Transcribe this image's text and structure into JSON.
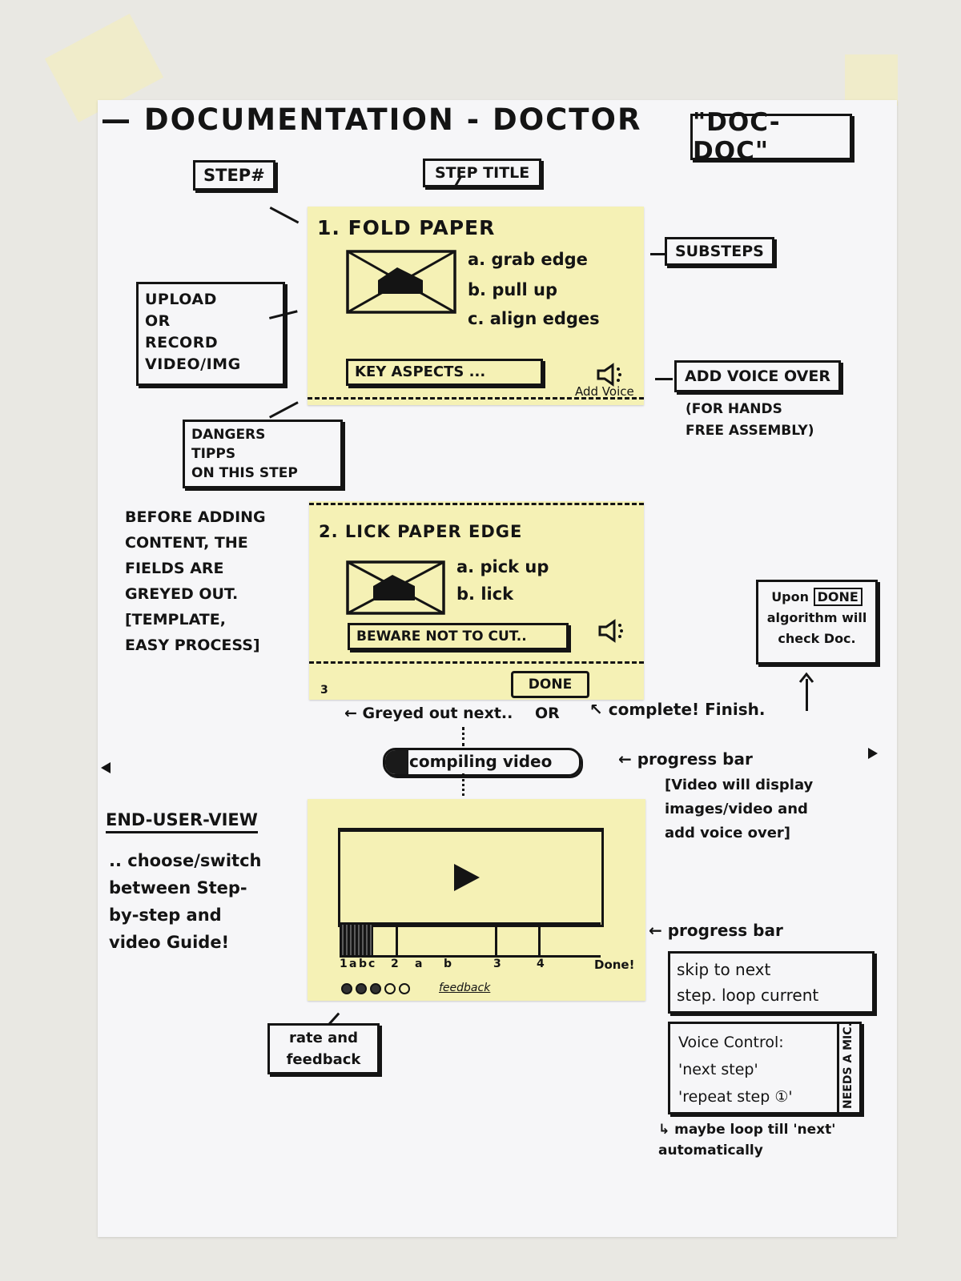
{
  "poster": {
    "title": "— DOCUMENTATION - DOCTOR",
    "short_name": "\"DOC-DOC\"",
    "colors": {
      "wall": "#e9e8e3",
      "paper": "#f6f6f8",
      "sticky": "#f5f1b5",
      "ink": "#141414",
      "tape": "#f1ecc6"
    }
  },
  "labels": {
    "step_number": "STEP#",
    "step_title": "STEP TITLE",
    "substeps": "SUBSTEPS",
    "upload": "UPLOAD\n OR\nRECORD\nVIDEO/IMG",
    "add_voice_over": "ADD VOICE OVER",
    "hands_free": "(FOR HANDS\n FREE ASSEMBLY)",
    "dangers": "DANGERS\nTIPPS\nON THIS STEP",
    "greyed_note": "BEFORE ADDING\nCONTENT, THE\nFIELDS ARE\nGREYED OUT.\n[TEMPLATE,\nEASY PROCESS]",
    "upon": "Upon",
    "upon_done": "DONE",
    "upon_rest": "algorithm will\ncheck Doc.",
    "greyed_next": "← Greyed out next..",
    "or": "OR",
    "complete": "↖ complete! Finish.",
    "progress_bar": "← progress bar",
    "progress_desc": "[Video will display\nimages/video and\nadd voice over]",
    "end_user_view": "END-USER-VIEW",
    "end_user_desc": ".. choose/switch\nbetween Step-\nby-step and\nvideo Guide!",
    "progress_bar_2": "← progress bar",
    "skip": "skip to next\nstep. loop current",
    "voice_control": "Voice Control:\n'next step'\n'repeat step ①'",
    "needs_mic": "NEEDS A MIC.",
    "maybe_loop": "↳ maybe loop till 'next'\nautomatically",
    "rate": "rate and\nfeedback"
  },
  "step1": {
    "title": "1. FOLD PAPER",
    "substeps": [
      "a. grab edge",
      "b. pull up",
      "c. align edges"
    ],
    "key_aspects": "KEY ASPECTS ...",
    "add_voice": "Add Voice",
    "icon": "speaker-icon"
  },
  "step2": {
    "title": "2. LICK PAPER EDGE",
    "substeps": [
      "a. pick up",
      "b. lick"
    ],
    "warning": "BEWARE NOT TO CUT..",
    "done": "DONE",
    "page_no": "3",
    "icon": "speaker-icon"
  },
  "compiling": {
    "label": "compiling video",
    "progress": 0.12
  },
  "player": {
    "ticks": [
      "1",
      "a",
      "b",
      "c",
      "2",
      "a",
      "b",
      "3",
      "4",
      "Done!"
    ],
    "progress": 0.13,
    "rating": {
      "filled": 3,
      "total": 5
    },
    "feedback": "feedback",
    "icon": "play-icon"
  }
}
